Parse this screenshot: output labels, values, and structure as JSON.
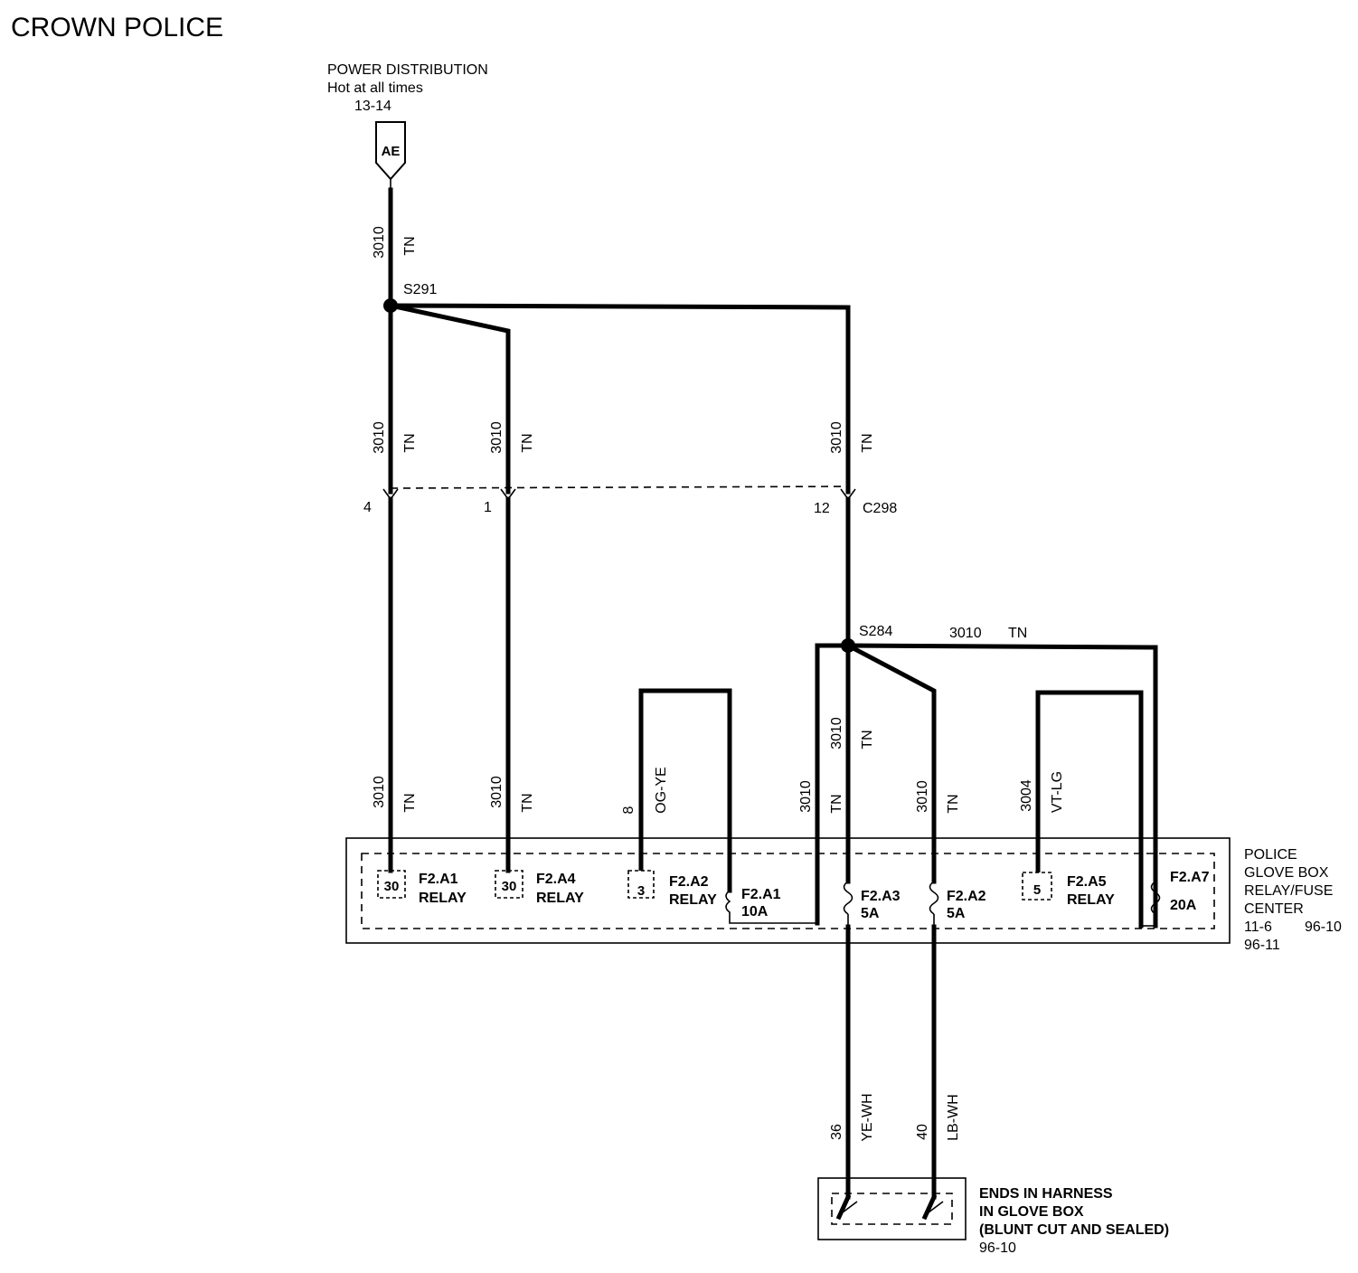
{
  "title": "CROWN POLICE",
  "power_source": {
    "line1": "POWER DISTRIBUTION",
    "line2": "Hot at all times",
    "ref": "13-14",
    "connector": "AE"
  },
  "splices": {
    "upper": "S291",
    "lower": "S284"
  },
  "connector_c298": {
    "name": "C298",
    "pins": [
      "4",
      "1",
      "12"
    ]
  },
  "wire_labels": {
    "circuit_3010": "3010",
    "circuit_3004": "3004",
    "pin_8": "8",
    "pin_36": "36",
    "pin_40": "40",
    "color_tn": "TN",
    "color_og_ye": "OG-YE",
    "color_vt_lg": "VT-LG",
    "color_ye_wh": "YE-WH",
    "color_lb_wh": "LB-WH"
  },
  "glove_box_center": {
    "label_lines": [
      "POLICE",
      "GLOVE BOX",
      "RELAY/FUSE",
      "CENTER"
    ],
    "ref_a": "11-6",
    "ref_b": "96-10",
    "ref_c": "96-11",
    "relays": [
      {
        "pin": "30",
        "name": "F2.A1",
        "type": "RELAY"
      },
      {
        "pin": "30",
        "name": "F2.A4",
        "type": "RELAY"
      },
      {
        "pin": "3",
        "name": "F2.A2",
        "type": "RELAY"
      },
      {
        "pin": "5",
        "name": "F2.A5",
        "type": "RELAY"
      }
    ],
    "fuses": [
      {
        "name": "F2.A1",
        "rating": "10A"
      },
      {
        "name": "F2.A3",
        "rating": "5A"
      },
      {
        "name": "F2.A2",
        "rating": "5A"
      },
      {
        "name": "F2.A7",
        "rating": "20A"
      }
    ]
  },
  "harness_end": {
    "label_lines": [
      "ENDS IN HARNESS",
      "IN GLOVE BOX",
      "(BLUNT CUT AND SEALED)"
    ],
    "ref": "96-10"
  }
}
